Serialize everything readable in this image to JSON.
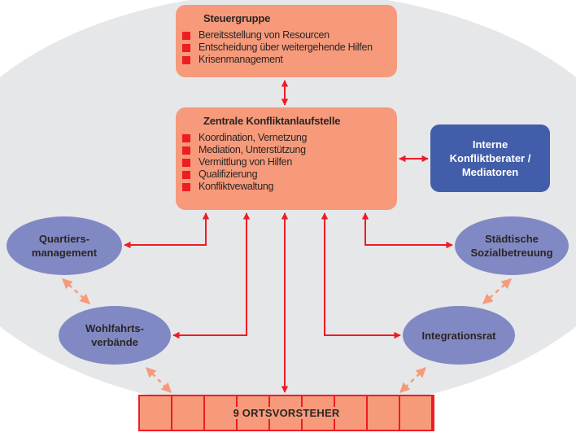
{
  "colors": {
    "background_ellipse": "#E6E7E9",
    "orange_box": "#F69A7B",
    "red": "#EE1C25",
    "blue_box": "#425DAA",
    "ellipse_fill": "#8189C4",
    "dashed_arrow": "#F69A7B"
  },
  "steuergruppe": {
    "title": "Steuergruppe",
    "items": [
      "Bereitsstellung von Resourcen",
      "Entscheidung über weitergehende Hilfen",
      "Krisenmanagement"
    ]
  },
  "zentrale": {
    "title": "Zentrale Konfliktanlaufstelle",
    "items": [
      "Koordination, Vernetzung",
      "Mediation, Unterstützung",
      "Vermittlung von Hilfen",
      "Qualifizierung",
      "Konfliktvewaltung"
    ]
  },
  "interne": {
    "line1": "Interne",
    "line2": "Konfliktberater /",
    "line3": "Mediatoren"
  },
  "nodes": {
    "quartiers": {
      "line1": "Quartiers-",
      "line2": "management"
    },
    "staedtische": {
      "line1": "Städtische",
      "line2": "Sozialbetreuung"
    },
    "wohlfahrt": {
      "line1": "Wohlfahrts-",
      "line2": "verbände"
    },
    "integration": {
      "line1": "Integrationsrat"
    }
  },
  "ortsvorsteher": {
    "label": "9 ORTSVORSTEHER",
    "cell_count": 9
  }
}
